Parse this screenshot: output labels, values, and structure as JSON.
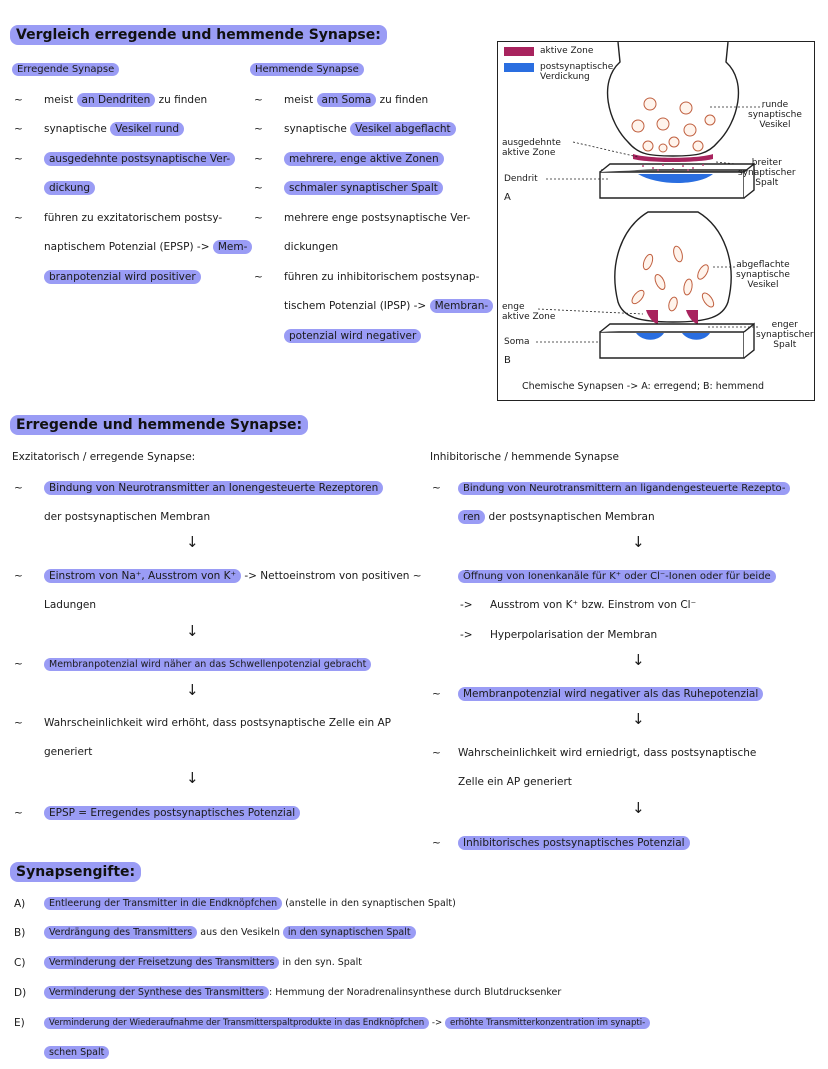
{
  "section1": {
    "title": "Vergleich erregende und hemmende Synapse:",
    "left_heading": "Erregende Synapse",
    "right_heading": "Hemmende Synapse",
    "left_items": [
      {
        "pre": "meist ",
        "hl": "an Dendriten",
        "post": " zu finden"
      },
      {
        "pre": "synaptische ",
        "hl": "Vesikel rund",
        "post": ""
      },
      {
        "hl": "ausgedehnte postsynaptische Ver-",
        "line2_hl": "dickung"
      },
      {
        "pre": "führen zu exzitatorischem postsy-",
        "line2_pre": "naptischem Potenzial (EPSP) -> ",
        "line2_hl": "Mem-",
        "line3_hl": "branpotenzial wird positiver"
      }
    ],
    "right_items": [
      {
        "pre": "meist ",
        "hl": "am Soma",
        "post": " zu finden"
      },
      {
        "pre": "synaptische ",
        "hl": "Vesikel abgeflacht",
        "post": ""
      },
      {
        "hl": "mehrere, enge aktive Zonen"
      },
      {
        "hl": "schmaler synaptischer Spalt"
      },
      {
        "pre": "mehrere enge postsynaptische Ver-",
        "line2_pre": "dickungen"
      },
      {
        "pre": "führen zu inhibitorischem postsynap-",
        "line2_pre": "tischem Potenzial (IPSP) -> ",
        "line2_hl": "Membran-",
        "line3_hl": "potenzial wird negativer"
      }
    ]
  },
  "diagram": {
    "legend_active": "aktive Zone",
    "legend_thickening_1": "postsynaptische",
    "legend_thickening_2": "Verdickung",
    "label_round_vesicles": "runde\nsynaptische\nVesikel",
    "label_extended_zone": "ausgedehnte\naktive Zone",
    "label_wide_cleft": "breiter\nsynaptischer\nSpalt",
    "label_dendrite": "Dendrit",
    "label_A": "A",
    "label_flat_vesicles": "abgeflachte\nsynaptische\nVesikel",
    "label_narrow_zone": "enge\naktive Zone",
    "label_narrow_cleft": "enger\nsynaptischer\nSpalt",
    "label_soma": "Soma",
    "label_B": "B",
    "caption": "Chemische Synapsen -> A: erregend; B: hemmend",
    "colors": {
      "active_zone": "#a8235e",
      "thickening": "#2a6ee0"
    }
  },
  "section2": {
    "title": "Erregende und hemmende Synapse:",
    "left_heading": "Exzitatorisch / erregende Synapse:",
    "right_heading": "Inhibitorische / hemmende Synapse",
    "left": {
      "s1_hl": "Bindung von Neurotransmitter an Ionengesteuerte Rezeptoren",
      "s1_line2": "der postsynaptischen Membran",
      "s2_hl": "Einstrom von Na⁺, Ausstrom von K⁺",
      "s2_post": " -> Nettoeinstrom von positiven",
      "s2_line2": "Ladungen",
      "s3_hl": "Membranpotenzial wird näher an das Schwellenpotenzial gebracht",
      "s4": "Wahrscheinlichkeit wird erhöht, dass postsynaptische Zelle ein AP",
      "s4_line2": "generiert",
      "s5_hl": "EPSP = Erregendes postsynaptisches Potenzial"
    },
    "right": {
      "s1_hl": "Bindung von Neurotransmittern an ligandengesteuerte Rezepto-",
      "s1_line2_hl": "ren",
      "s1_line2_post": " der postsynaptischen Membran",
      "s2_hl": "Öffnung von Ionenkanäle für K⁺ oder Cl⁻-Ionen oder für beide",
      "s2_a": "Ausstrom von K⁺ bzw. Einstrom von Cl⁻",
      "s2_b": "Hyperpolarisation der Membran",
      "s3_hl": "Membranpotenzial wird negativer als das Ruhepotenzial",
      "s4": "Wahrscheinlichkeit wird erniedrigt, dass postsynaptische",
      "s4_line2": "Zelle ein AP generiert",
      "s5_hl": "Inhibitorisches postsynaptisches Potenzial"
    },
    "arrow": "↓",
    "bullet": "~",
    "sub_arrow": "->"
  },
  "section3": {
    "title": "Synapsengifte:",
    "items": [
      {
        "label": "A)",
        "hl": "Entleerung der Transmitter in die Endknöpfchen",
        "post": " (anstelle in den synaptischen Spalt)"
      },
      {
        "label": "B)",
        "hl": "Verdrängung des Transmitters",
        "mid": " aus den Vesikeln ",
        "hl2": "in den synaptischen Spalt"
      },
      {
        "label": "C)",
        "hl": "Verminderung der Freisetzung des Transmitters",
        "post": " in den syn. Spalt"
      },
      {
        "label": "D)",
        "hl": "Verminderung der Synthese des Transmitters",
        "post": ": Hemmung der Noradrenalinsynthese durch Blutdrucksenker"
      },
      {
        "label": "E)",
        "hl": "Verminderung der Wiederaufnahme der Transmitterspaltprodukte in das Endknöpfchen",
        "mid": " -> ",
        "hl2": "erhöhte Transmitterkonzentration im synapti-",
        "line2_hl": "schen Spalt"
      }
    ]
  }
}
